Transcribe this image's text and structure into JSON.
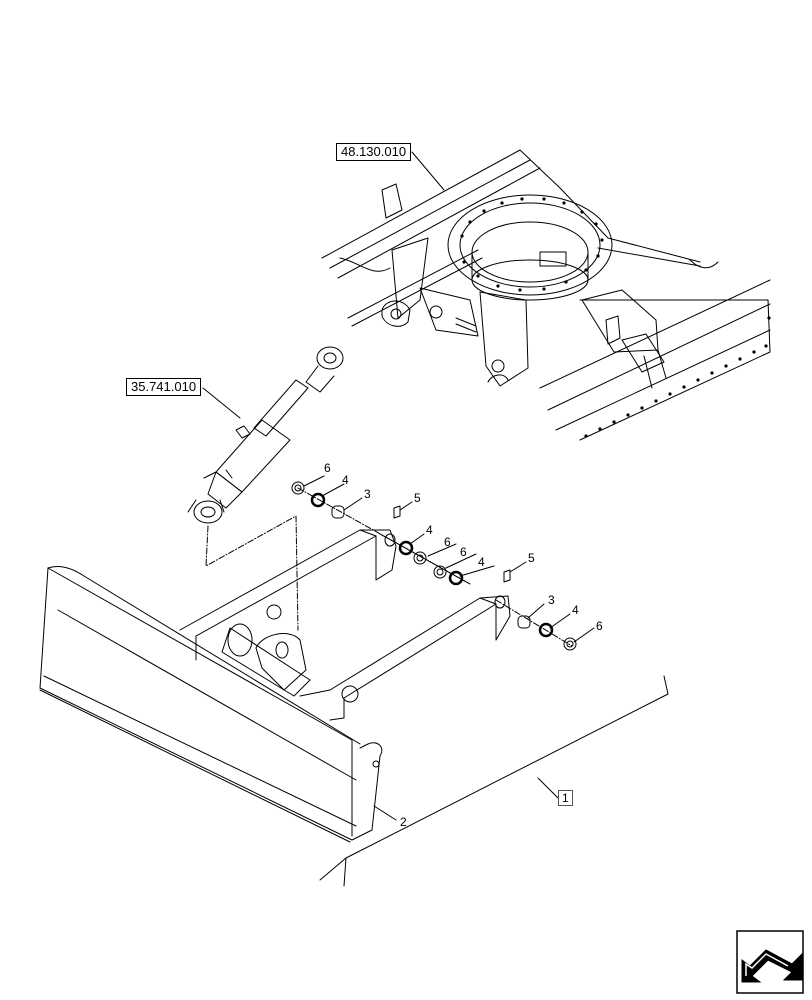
{
  "references": {
    "frame_ref": "48.130.010",
    "cylinder_ref": "35.741.010"
  },
  "callouts": {
    "c6a": "6",
    "c4a": "4",
    "c3a": "3",
    "c5a": "5",
    "c4b": "4",
    "c6b": "6",
    "c6c": "6",
    "c4c": "4",
    "c5b": "5",
    "c3b": "3",
    "c4d": "4",
    "c6d": "6",
    "c2": "2",
    "c1": "1"
  },
  "icons": {
    "navigation": "navigation-arrow-icon"
  }
}
